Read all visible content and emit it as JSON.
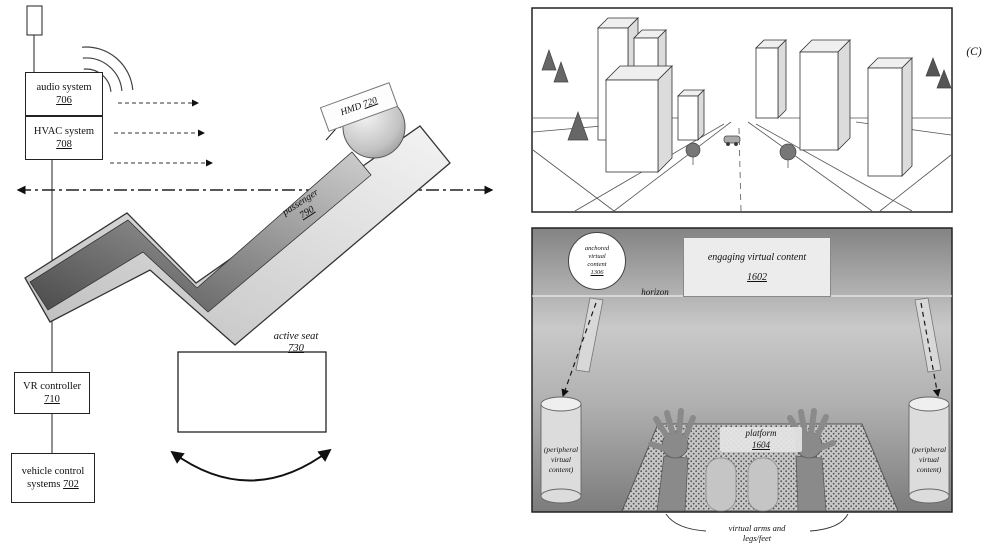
{
  "left": {
    "audio": {
      "label": "audio system",
      "ref": "706"
    },
    "hvac": {
      "label": "HVAC system",
      "ref": "708"
    },
    "vr": {
      "label": "VR controller",
      "ref": "710"
    },
    "vehicle": {
      "label": "vehicle control systems",
      "ref": "702"
    },
    "hmd": {
      "label": "HMD",
      "ref": "720"
    },
    "passenger": {
      "label": "passenger",
      "ref": "790"
    },
    "seat": {
      "label": "active seat",
      "ref": "730"
    }
  },
  "top_panel": {
    "corner_label": "(C)"
  },
  "bottom_panel": {
    "anchored": {
      "l1": "anchored",
      "l2": "virtual",
      "l3": "content",
      "ref": "1306"
    },
    "engaging": {
      "label": "engaging virtual content",
      "ref": "1602"
    },
    "horizon": "horizon",
    "platform": {
      "label": "platform",
      "ref": "1604"
    },
    "peripheral_left": {
      "l1": "(peripheral",
      "l2": "virtual",
      "l3": "content)"
    },
    "peripheral_right": {
      "l1": "(peripheral",
      "l2": "virtual",
      "l3": "content)"
    },
    "arms_caption": {
      "l1": "virtual arms and",
      "l2": "legs/feet"
    }
  }
}
